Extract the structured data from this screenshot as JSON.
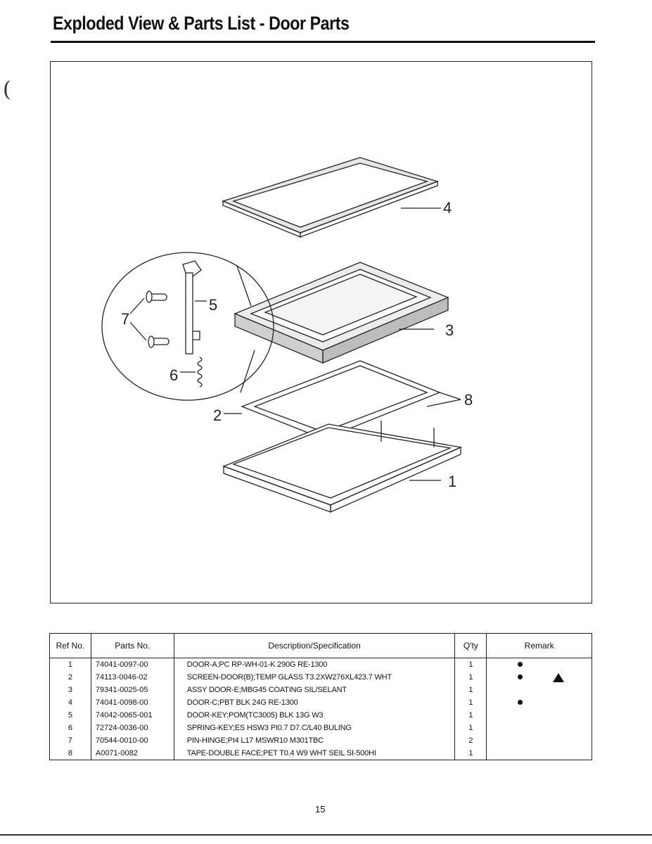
{
  "page": {
    "title": "Exploded View & Parts List - Door Parts",
    "page_number": "15"
  },
  "diagram": {
    "callouts": [
      "1",
      "2",
      "3",
      "4",
      "5",
      "6",
      "7",
      "8"
    ]
  },
  "parts_table": {
    "headers": {
      "ref": "Ref No.",
      "part": "Parts No.",
      "desc": "Description/Specification",
      "qty": "Q'ty",
      "remark": "Remark"
    },
    "rows": [
      {
        "ref": "1",
        "part": "74041-0097-00",
        "desc": "DOOR-A;PC RP-WH-01-K 290G RE-1300",
        "qty": "1",
        "remark": "●"
      },
      {
        "ref": "2",
        "part": "74113-0046-02",
        "desc": "SCREEN-DOOR(B);TEMP GLASS T3.2XW276XL423.7 WHT",
        "qty": "1",
        "remark": "● ▲"
      },
      {
        "ref": "3",
        "part": "79341-0025-05",
        "desc": "ASSY DOOR-E;MBG45 COATING SIL/SELANT",
        "qty": "1",
        "remark": ""
      },
      {
        "ref": "4",
        "part": "74041-0098-00",
        "desc": "DOOR-C;PBT BLK 24G RE-1300",
        "qty": "1",
        "remark": "●"
      },
      {
        "ref": "5",
        "part": "74042-0065-001",
        "desc": "DOOR-KEY;POM(TC3005) BLK 13G W3",
        "qty": "1",
        "remark": ""
      },
      {
        "ref": "6",
        "part": "72724-0036-00",
        "desc": "SPRING-KEY;ES HSW3 PI0.7 D7.C/L40 BULING",
        "qty": "1",
        "remark": ""
      },
      {
        "ref": "7",
        "part": "70544-0010-00",
        "desc": "PIN-HINGE;PI4 L17 MSWR10 M301TBC",
        "qty": "2",
        "remark": ""
      },
      {
        "ref": "8",
        "part": "A0071-0082",
        "desc": "TAPE-DOUBLE FACE;PET T0.4 W9 WHT SEIL SI-500HI",
        "qty": "1",
        "remark": ""
      }
    ]
  }
}
